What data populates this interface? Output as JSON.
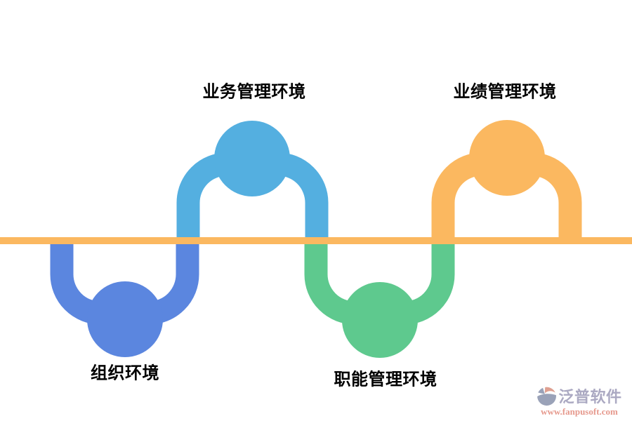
{
  "diagram": {
    "baseline_color": "#FBB860",
    "nodes": [
      {
        "id": "business",
        "label": "业务管理环境",
        "color": "#54AFE0",
        "side": "top"
      },
      {
        "id": "performance",
        "label": "业绩管理环境",
        "color": "#FBB860",
        "side": "top"
      },
      {
        "id": "organization",
        "label": "组织环境",
        "color": "#5B86DF",
        "side": "bottom"
      },
      {
        "id": "functional",
        "label": "职能管理环境",
        "color": "#5EC98E",
        "side": "bottom"
      }
    ]
  },
  "logo": {
    "name": "泛普软件",
    "url": "www.fanpusoft.com",
    "icon": "fanpu-swirl-icon",
    "name_color": "#ABA9C2",
    "url_color": "#E6998D",
    "icon_body_color": "#9AA2B8",
    "icon_wedge_color": "#DFA091"
  }
}
